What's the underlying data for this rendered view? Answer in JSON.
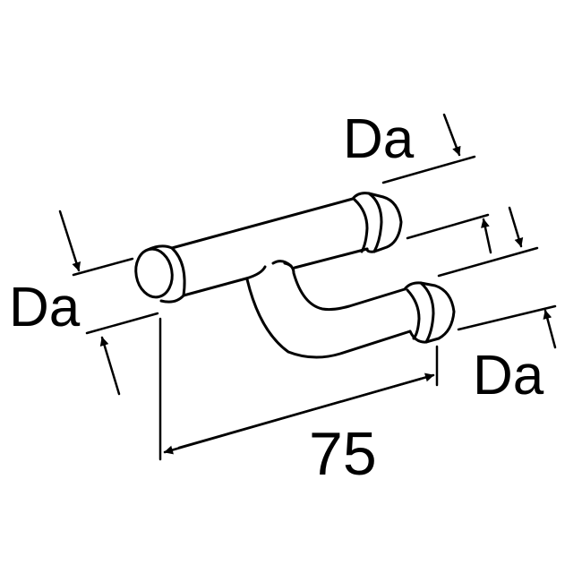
{
  "drawing": {
    "subject": "Y-shaped pipe connector (tube with offset bent branch)",
    "labels": {
      "da_left": "Da",
      "da_top": "Da",
      "da_right": "Da",
      "length": "75"
    },
    "colors": {
      "line": "#000000",
      "background": "#ffffff"
    }
  }
}
